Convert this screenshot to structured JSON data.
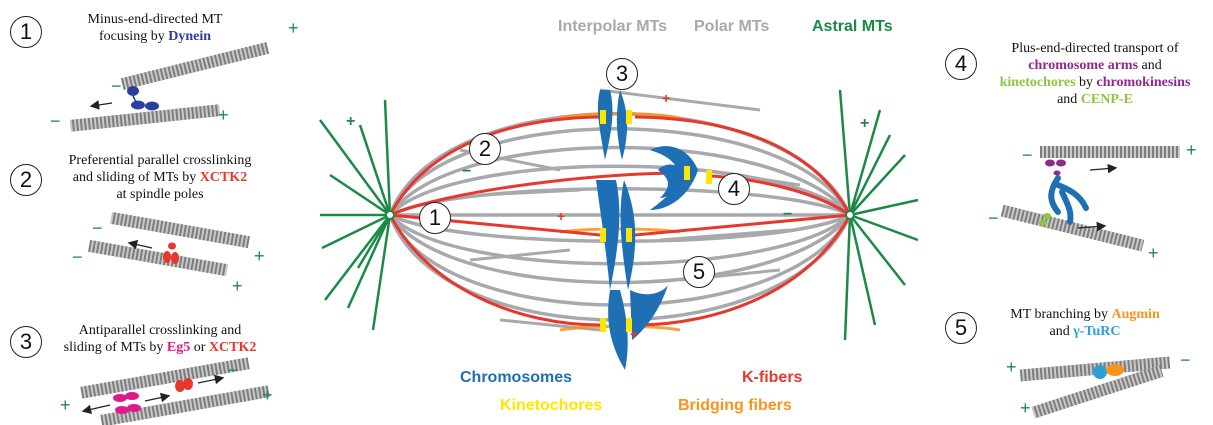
{
  "panels": [
    {
      "num": "1",
      "parts": [
        {
          "t": "Minus-end-directed MT"
        },
        {
          "t": "\n"
        },
        {
          "t": "focusing by "
        },
        {
          "t": "Dynein",
          "c": "#2b3f9e"
        }
      ]
    },
    {
      "num": "2",
      "parts": [
        {
          "t": "Preferential parallel crosslinking"
        },
        {
          "t": "\n"
        },
        {
          "t": "and sliding of MTs by "
        },
        {
          "t": "XCTK2",
          "c": "#e8372c"
        },
        {
          "t": "\n"
        },
        {
          "t": "at spindle poles"
        }
      ]
    },
    {
      "num": "3",
      "parts": [
        {
          "t": "Antiparallel crosslinking and"
        },
        {
          "t": "\n"
        },
        {
          "t": "sliding of MTs by "
        },
        {
          "t": "Eg5",
          "c": "#e0188a"
        },
        {
          "t": " or "
        },
        {
          "t": "XCTK2",
          "c": "#e8372c"
        }
      ]
    },
    {
      "num": "4",
      "parts": [
        {
          "t": "Plus-end-directed transport of"
        },
        {
          "t": "\n"
        },
        {
          "t": "chromosome arms",
          "c": "#8e2a8e"
        },
        {
          "t": " and"
        },
        {
          "t": "\n"
        },
        {
          "t": "kinetochores",
          "c": "#8dc63f"
        },
        {
          "t": " by "
        },
        {
          "t": "chromokinesins",
          "c": "#8e2a8e"
        },
        {
          "t": "\n"
        },
        {
          "t": "and "
        },
        {
          "t": "CENP-E",
          "c": "#8dc63f"
        }
      ]
    },
    {
      "num": "5",
      "parts": [
        {
          "t": "MT branching by "
        },
        {
          "t": "Augmin",
          "c": "#f7941d"
        },
        {
          "t": "\n"
        },
        {
          "t": "and "
        },
        {
          "t": "γ-TuRC",
          "c": "#2a9fd8"
        }
      ]
    }
  ],
  "legend": {
    "interpolar": "Interpolar MTs",
    "polar": "Polar MTs",
    "astral": "Astral MTs",
    "chromosomes": "Chromosomes",
    "kfibers": "K-fibers",
    "kinetochores": "Kinetochores",
    "bridging": "Bridging fibers"
  },
  "spindle_numbers": [
    "1",
    "2",
    "3",
    "4",
    "5"
  ],
  "signs": {
    "plus": "+",
    "minus": "−"
  },
  "colors": {
    "grey_mt": "#a7a9ac",
    "kfiber": "#e8372c",
    "chromosome": "#1f6fb5",
    "kinetochore": "#ffe600",
    "bridging": "#f7941d",
    "astral": "#1b8a46",
    "dynein": "#2b3f9e",
    "eg5": "#e0188a",
    "chromokinesin": "#8e2a8e",
    "cenpe": "#8dc63f",
    "augmin": "#f7941d",
    "turc": "#2a9fd8"
  }
}
